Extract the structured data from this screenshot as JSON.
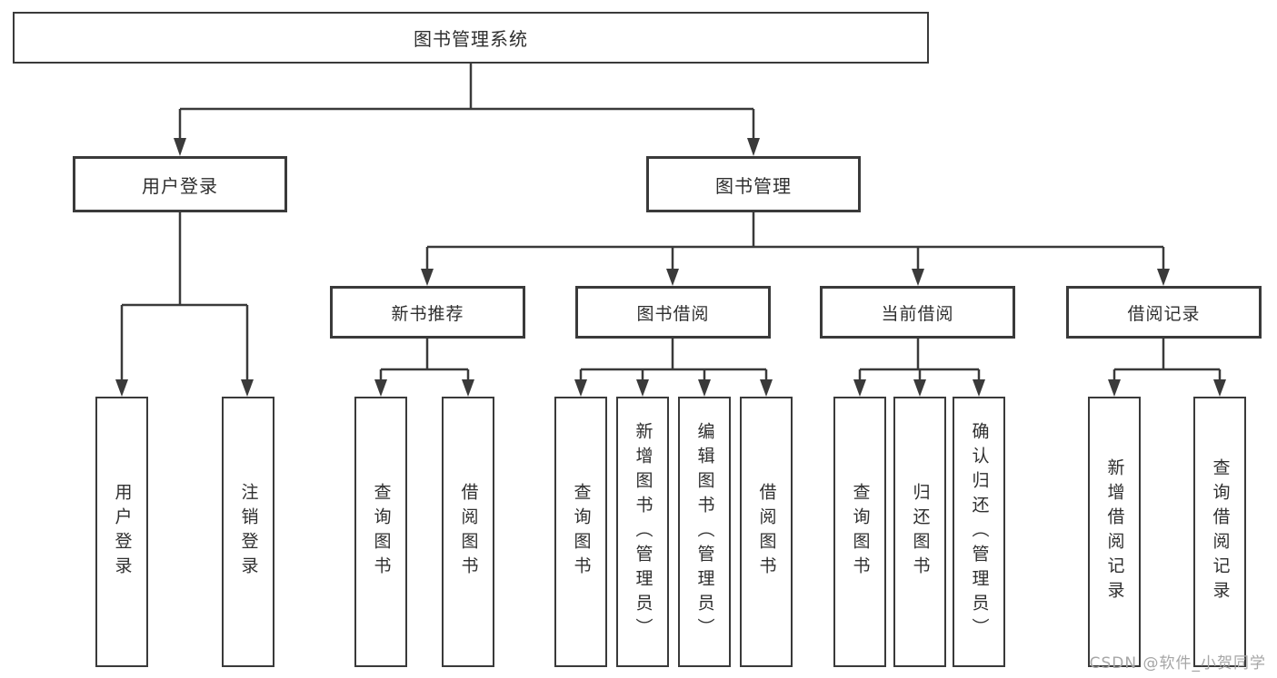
{
  "diagram": {
    "title": "图书管理系统",
    "branches": [
      {
        "label": "用户登录",
        "children": [
          {
            "label": "用户登录"
          },
          {
            "label": "注销登录"
          }
        ]
      },
      {
        "label": "图书管理",
        "children": [
          {
            "label": "新书推荐",
            "children": [
              {
                "label": "查询图书"
              },
              {
                "label": "借阅图书"
              }
            ]
          },
          {
            "label": "图书借阅",
            "children": [
              {
                "label": "查询图书"
              },
              {
                "label": "新增图书（管理员）"
              },
              {
                "label": "编辑图书（管理员）"
              },
              {
                "label": "借阅图书"
              }
            ]
          },
          {
            "label": "当前借阅",
            "children": [
              {
                "label": "查询图书"
              },
              {
                "label": "归还图书"
              },
              {
                "label": "确认归还（管理员）"
              }
            ]
          },
          {
            "label": "借阅记录",
            "children": [
              {
                "label": "新增借阅记录"
              },
              {
                "label": "查询借阅记录"
              }
            ]
          }
        ]
      }
    ]
  },
  "watermark": "CSDN @软件_小贺同学",
  "colors": {
    "line": "#3a3a3a",
    "text": "#2f2f2f",
    "watermark": "#a6a6a6",
    "background": "#ffffff"
  }
}
